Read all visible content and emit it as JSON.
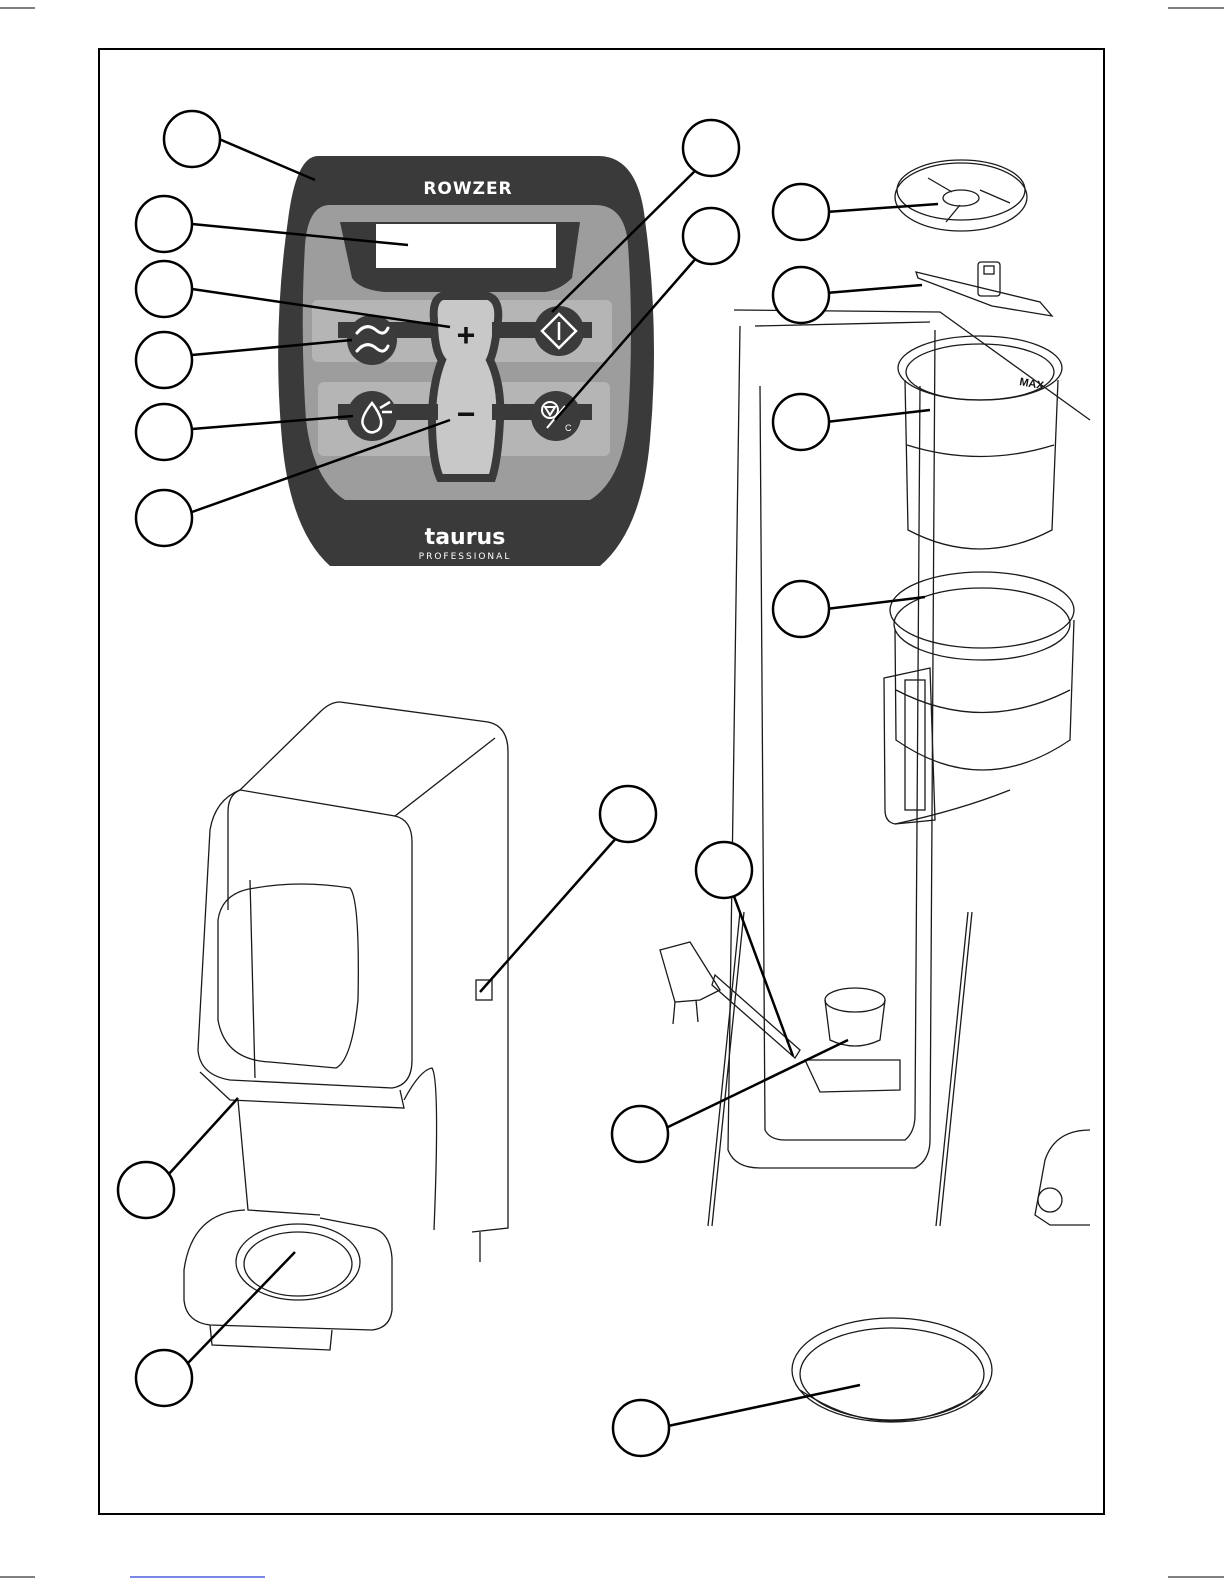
{
  "panel": {
    "brand_model": "ROWZER",
    "brand_maker": "taurus",
    "brand_line": "PROFESSIONAL",
    "plus_symbol": "+",
    "minus_symbol": "−",
    "stop_label": "C"
  },
  "jar": {
    "max_label": "MAX"
  },
  "colors": {
    "panel_dark": "#3a3a3a",
    "panel_mid": "#9b9b9b",
    "panel_light": "#c9c9c9",
    "button_dark": "#3b3b3b",
    "line": "#1a1a1a"
  },
  "icons": [
    "start-stop-icon",
    "pulse-icon",
    "program-icon",
    "cancel-icon",
    "plug-icon"
  ]
}
